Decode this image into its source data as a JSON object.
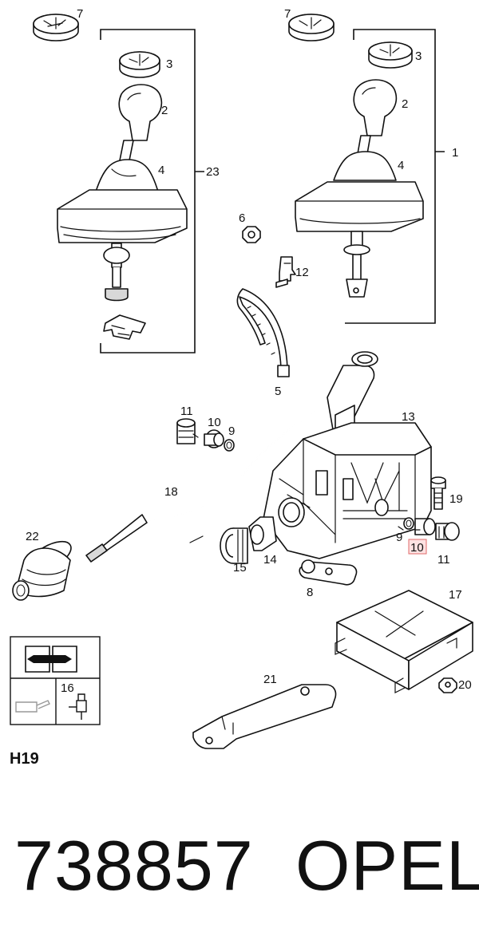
{
  "diagram": {
    "callouts": {
      "c1": "1",
      "c2a": "2",
      "c2b": "2",
      "c3a": "3",
      "c3b": "3",
      "c4a": "4",
      "c4b": "4",
      "c5": "5",
      "c6": "6",
      "c7a": "7",
      "c7b": "7",
      "c8": "8",
      "c9a": "9",
      "c9b": "9",
      "c10a": "10",
      "c10b": "10",
      "c11a": "11",
      "c11b": "11",
      "c12": "12",
      "c13": "13",
      "c14": "14",
      "c15": "15",
      "c16": "16",
      "c17": "17",
      "c18": "18",
      "c19": "19",
      "c20": "20",
      "c21": "21",
      "c22": "22",
      "c23": "23"
    },
    "section": "H19"
  },
  "footer": {
    "part_number": "738857",
    "brand": "OPEL"
  }
}
